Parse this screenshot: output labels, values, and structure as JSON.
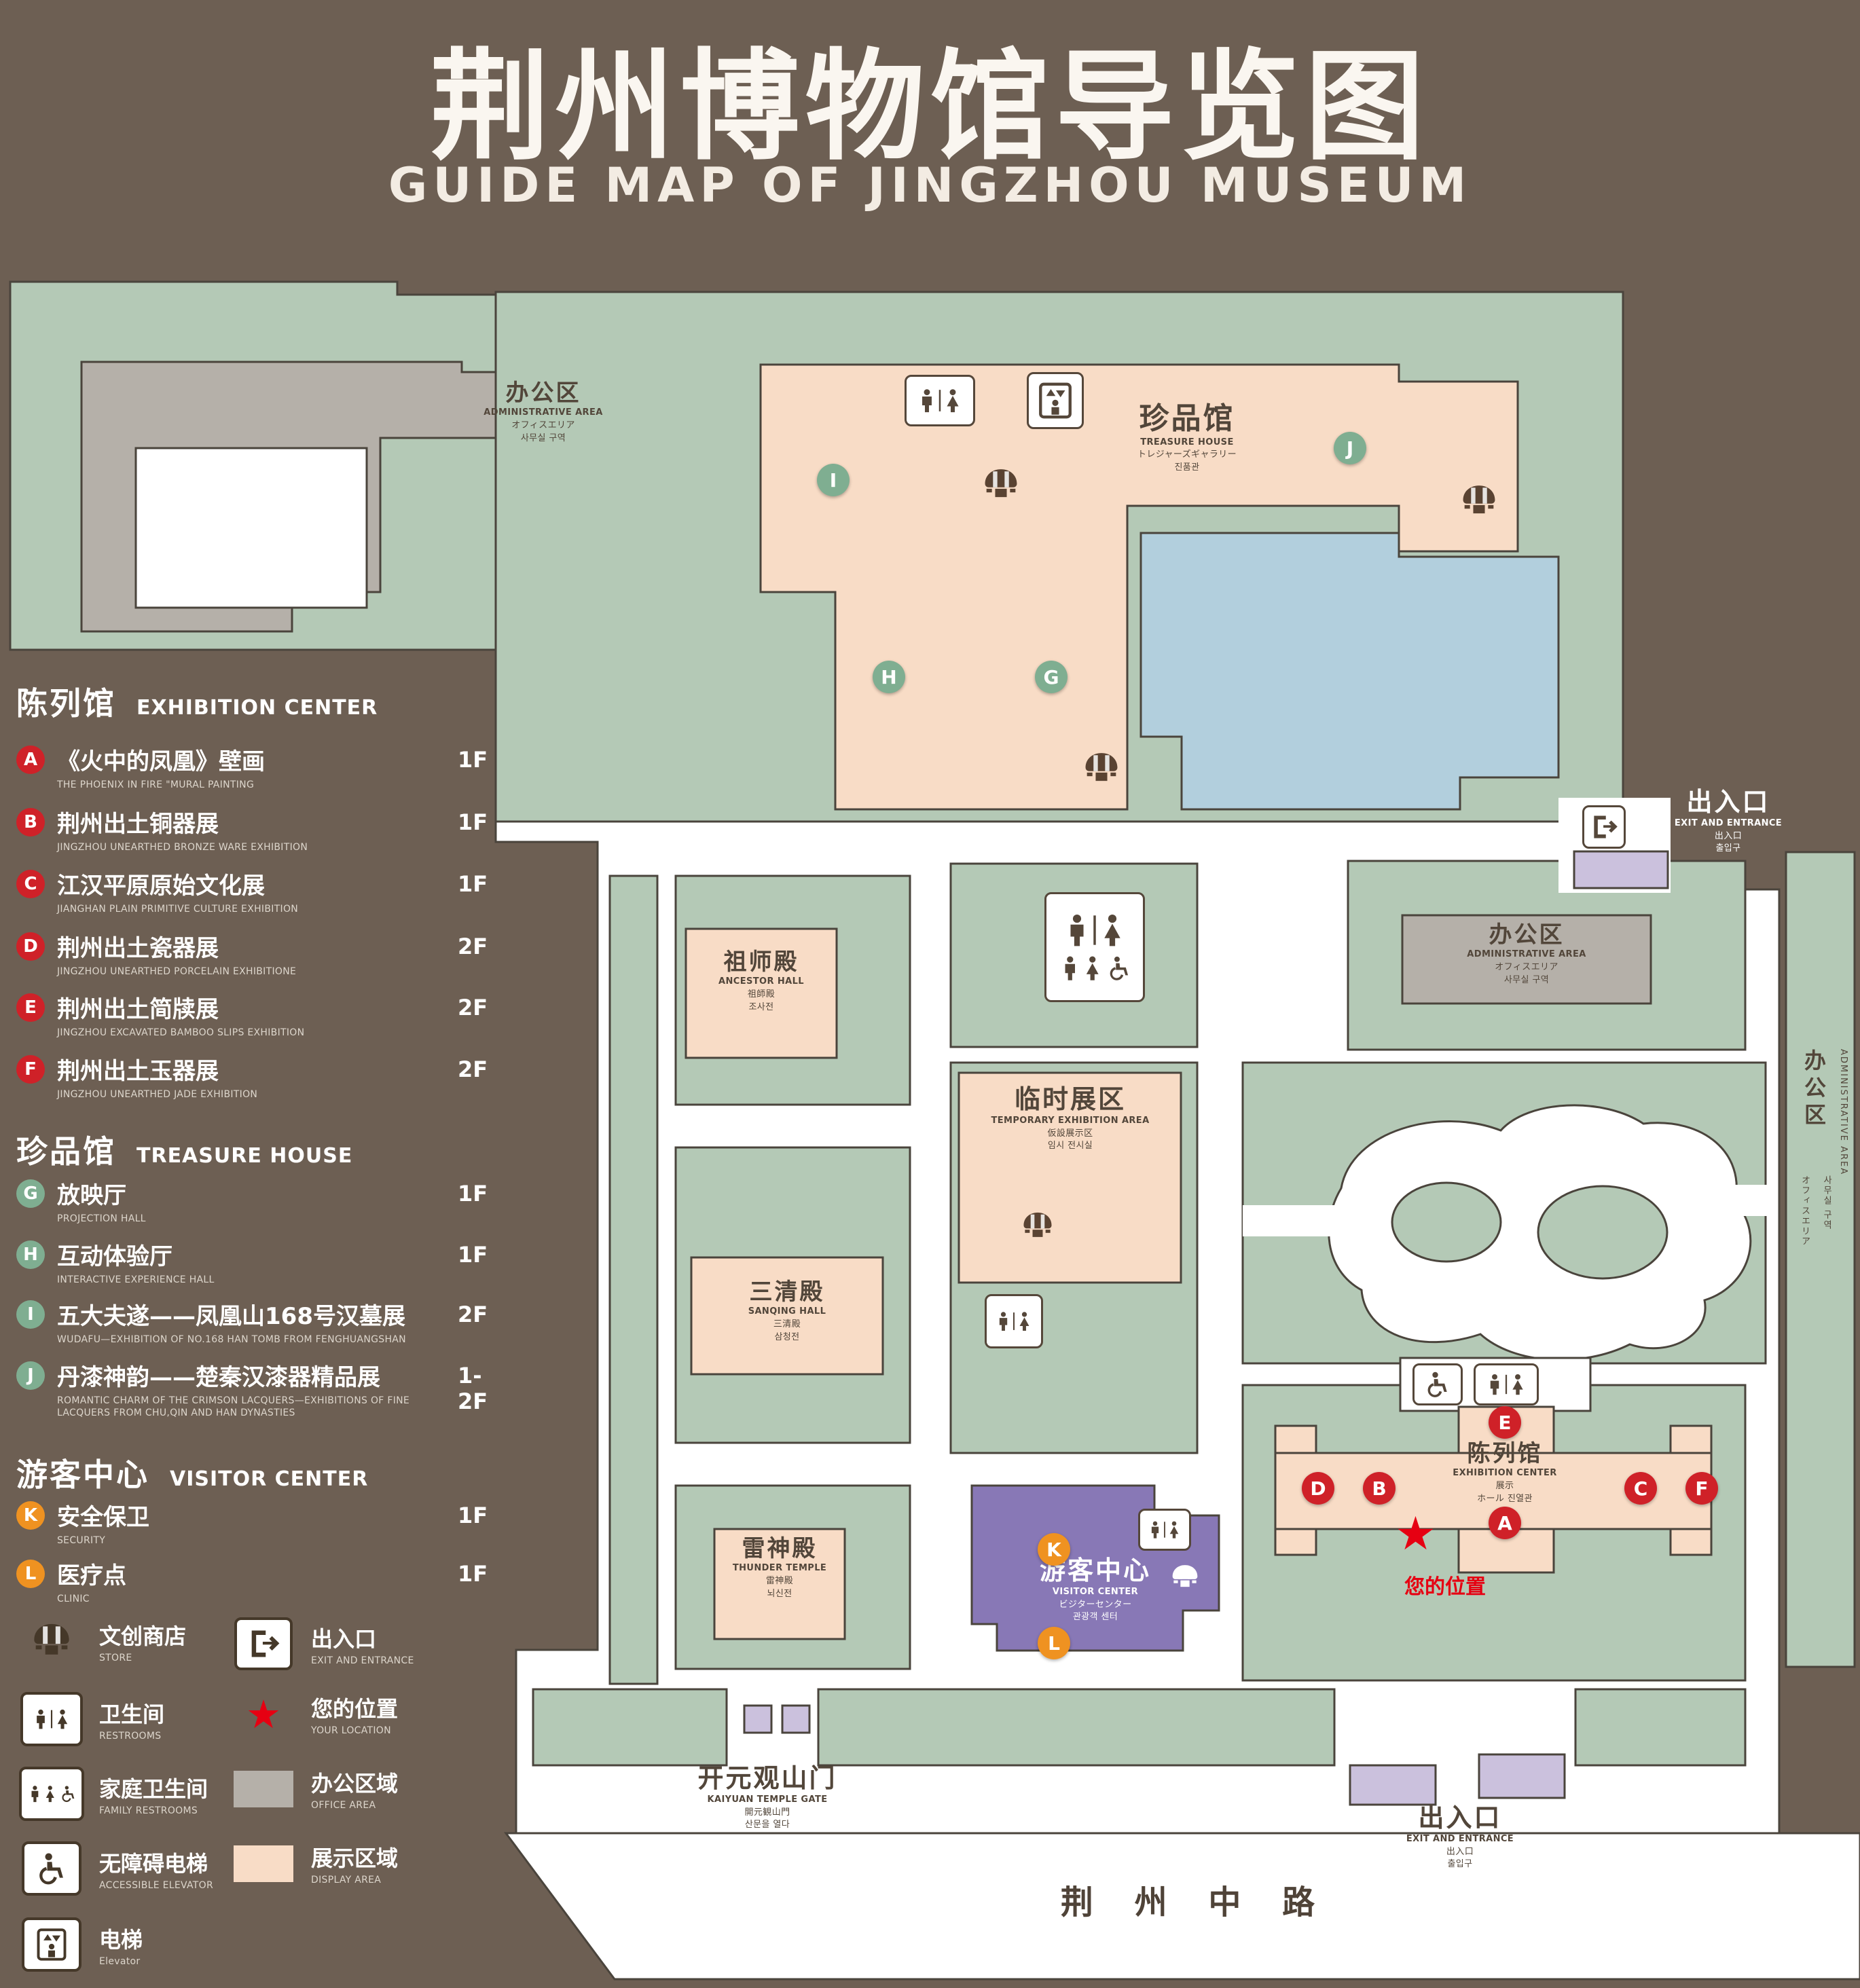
{
  "title": {
    "zh": "荆州博物馆导览图",
    "en": "GUIDE MAP OF JINGZHOU MUSEUM"
  },
  "icons": {
    "star": "★"
  },
  "colors": {
    "background": "#6d5f53",
    "lawn": "#b4c9b6",
    "display_area": "#f8dcc6",
    "office_area": "#b5b0a9",
    "water": "#b2cfdd",
    "visitor_center": "#8878b6",
    "entrance": "#cbc1dd",
    "marker_red": "#cf2128",
    "marker_green": "#7fae91",
    "marker_orange": "#ef9221",
    "location_red": "#e60012"
  },
  "legend": {
    "sections": [
      {
        "zh": "陈列馆",
        "en": "EXHIBITION CENTER",
        "items": [
          {
            "letter": "A",
            "zh": "《火中的凤凰》壁画",
            "en": "THE PHOENIX IN FIRE \"MURAL PAINTING",
            "floor": "1F"
          },
          {
            "letter": "B",
            "zh": "荆州出土铜器展",
            "en": "JINGZHOU UNEARTHED BRONZE WARE EXHIBITION",
            "floor": "1F"
          },
          {
            "letter": "C",
            "zh": "江汉平原原始文化展",
            "en": "JIANGHAN PLAIN PRIMITIVE CULTURE EXHIBITION",
            "floor": "1F"
          },
          {
            "letter": "D",
            "zh": "荆州出土瓷器展",
            "en": "JINGZHOU UNEARTHED PORCELAIN EXHIBITIONE",
            "floor": "2F"
          },
          {
            "letter": "E",
            "zh": "荆州出土简牍展",
            "en": "JINGZHOU EXCAVATED BAMBOO SLIPS EXHIBITION",
            "floor": "2F"
          },
          {
            "letter": "F",
            "zh": "荆州出土玉器展",
            "en": "JINGZHOU UNEARTHED JADE EXHIBITION",
            "floor": "2F"
          }
        ]
      },
      {
        "zh": "珍品馆",
        "en": "TREASURE HOUSE",
        "items": [
          {
            "letter": "G",
            "zh": "放映厅",
            "en": "PROJECTION HALL",
            "floor": "1F"
          },
          {
            "letter": "H",
            "zh": "互动体验厅",
            "en": "INTERACTIVE EXPERIENCE HALL",
            "floor": "1F"
          },
          {
            "letter": "I",
            "zh": "五大夫遂——凤凰山168号汉墓展",
            "en": "WUDAFU—EXHIBITION OF NO.168 HAN TOMB FROM FENGHUANGSHAN",
            "floor": "2F"
          },
          {
            "letter": "J",
            "zh": "丹漆神韵——楚秦汉漆器精品展",
            "en": "ROMANTIC CHARM OF THE CRIMSON LACQUERS—EXHIBITIONS OF FINE LACQUERS FROM CHU,QIN AND HAN DYNASTIES",
            "floor": "1-2F"
          }
        ]
      },
      {
        "zh": "游客中心",
        "en": "VISITOR CENTER",
        "items": [
          {
            "letter": "K",
            "zh": "安全保卫",
            "en": "SECURITY",
            "floor": "1F"
          },
          {
            "letter": "L",
            "zh": "医疗点",
            "en": "CLINIC",
            "floor": "1F"
          }
        ]
      }
    ],
    "symbols": [
      {
        "zh": "文创商店",
        "en": "STORE"
      },
      {
        "zh": "出入口",
        "en": "EXIT AND ENTRANCE"
      },
      {
        "zh": "卫生间",
        "en": "RESTROOMS"
      },
      {
        "zh": "您的位置",
        "en": "YOUR LOCATION"
      },
      {
        "zh": "家庭卫生间",
        "en": "FAMILY RESTROOMS"
      },
      {
        "zh": "办公区域",
        "en": "OFFICE AREA"
      },
      {
        "zh": "无障碍电梯",
        "en": "ACCESSIBLE ELEVATOR"
      },
      {
        "zh": "展示区域",
        "en": "DISPLAY AREA"
      },
      {
        "zh": "电梯",
        "en": "Elevator"
      }
    ]
  },
  "map": {
    "places": {
      "admin_nw": {
        "zh": "办公区",
        "en": "ADMINISTRATIVE AREA",
        "jp": "オフィスエリア",
        "kr": "사무실 구역"
      },
      "treasure": {
        "zh": "珍品馆",
        "en": "TREASURE HOUSE",
        "jp": "トレジャーズギャラリー",
        "kr": "진품관"
      },
      "exit_ne": {
        "zh": "出入口",
        "en": "EXIT AND ENTRANCE",
        "jp": "出入口",
        "kr": "출입구"
      },
      "admin_e": {
        "zh": "办公区",
        "en": "ADMINISTRATIVE AREA",
        "jp": "オフィスエリア",
        "kr": "사무실 구역"
      },
      "admin_far_e": {
        "zh": "办公区",
        "en": "ADMINISTRATIVE AREA",
        "jp": "オフィスエリア",
        "kr": "사무실 구역"
      },
      "ancestor": {
        "zh": "祖师殿",
        "en": "ANCESTOR HALL",
        "jp": "祖師殿",
        "kr": "조사전"
      },
      "temporary": {
        "zh": "临时展区",
        "en": "TEMPORARY EXHIBITION AREA",
        "jp": "仮設展示区",
        "kr": "임시 전시실"
      },
      "sanqing": {
        "zh": "三清殿",
        "en": "SANQING HALL",
        "jp": "三清殿",
        "kr": "삼청전"
      },
      "thunder": {
        "zh": "雷神殿",
        "en": "THUNDER TEMPLE",
        "jp": "雷神殿",
        "kr": "뇌신전"
      },
      "visitor": {
        "zh": "游客中心",
        "en": "VISITOR CENTER",
        "jp": "ビジターセンター",
        "kr": "관광객 센터"
      },
      "exhibition": {
        "zh": "陈列馆",
        "en": "EXHIBITION CENTER",
        "jp": "展示",
        "kr": "ホール 진열관"
      },
      "gate": {
        "zh": "开元观山门",
        "en": "KAIYUAN TEMPLE GATE",
        "jp": "開元観山門",
        "kr": "산문을 열다"
      },
      "exit_s": {
        "zh": "出入口",
        "en": "EXIT AND ENTRANCE",
        "jp": "出入口",
        "kr": "출입구"
      },
      "your_location": "您的位置",
      "road": "荆 州 中 路"
    },
    "markers": [
      {
        "letter": "A"
      },
      {
        "letter": "B"
      },
      {
        "letter": "C"
      },
      {
        "letter": "D"
      },
      {
        "letter": "E"
      },
      {
        "letter": "F"
      },
      {
        "letter": "G"
      },
      {
        "letter": "H"
      },
      {
        "letter": "I"
      },
      {
        "letter": "J"
      },
      {
        "letter": "K"
      },
      {
        "letter": "L"
      }
    ]
  }
}
